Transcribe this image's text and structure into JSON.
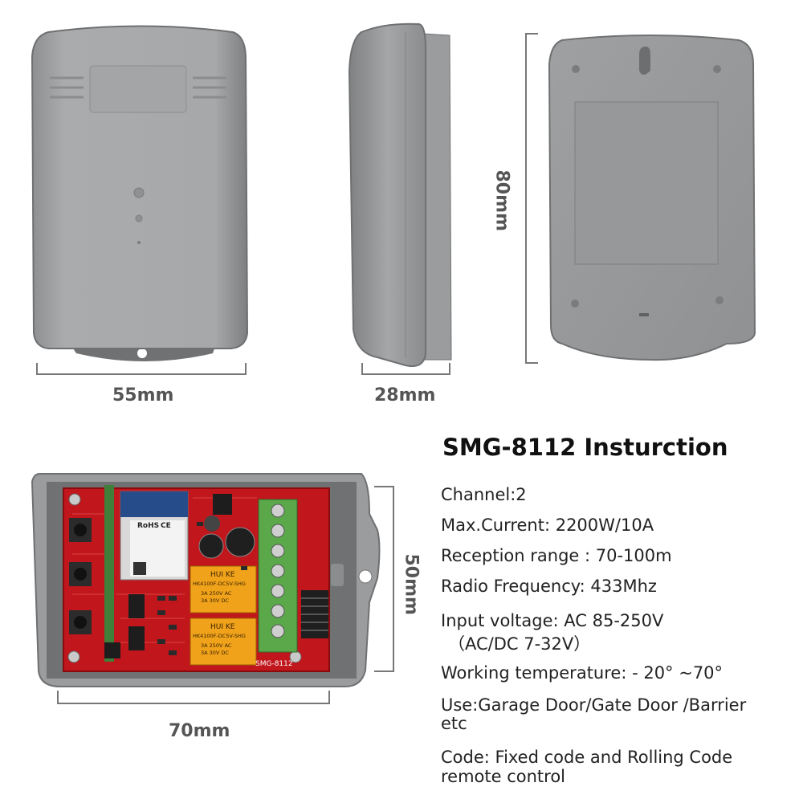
{
  "dimensions": {
    "front_width": "55mm",
    "side_depth": "28mm",
    "back_height": "80mm",
    "board_height": "50mm",
    "board_width": "70mm"
  },
  "board_labels": {
    "module_brand": "HUI KE",
    "relay_model": "HK4100F-DC5V-SHG",
    "relay_rating_1": "3A 250V AC",
    "relay_rating_2": "3A 30V DC",
    "board_model": "SMG-8112",
    "module_rohs": "RoHS",
    "module_ce": "CE"
  },
  "spec": {
    "title": "SMG-8112  Insturction",
    "lines": [
      "Channel:2",
      "Max.Current: 2200W/10A",
      "Reception range : 70-100m",
      "Radio Frequency: 433Mhz",
      "Input voltage:   AC 85-250V",
      "（AC/DC 7-32V）",
      "Working temperature:  - 20°  ~70°",
      "Use:Garage Door/Gate Door /Barrier",
      "etc",
      "Code: Fixed code and Rolling Code",
      "remote control"
    ]
  }
}
